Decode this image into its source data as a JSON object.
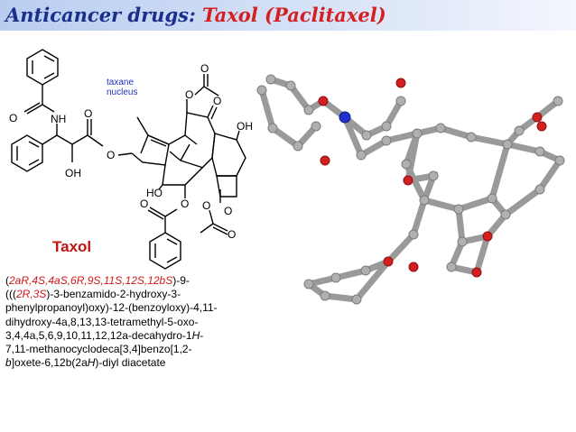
{
  "header": {
    "title_prefix": "Anticancer drugs: ",
    "title_main": "Taxol (Paclitaxel)"
  },
  "labels": {
    "nucleus_line1": "taxane",
    "nucleus_line2": "nucleus",
    "compound_name": "Taxol"
  },
  "atoms": {
    "o_carbonyl_left": "O",
    "nh": "NH",
    "o_carbonyl_side": "O",
    "o_ester_link": "O",
    "oh_side": "OH",
    "o_acetyl_top": "O",
    "o_acetyl_carbonyl": "O",
    "o_ketone": "O",
    "oh_top_right": "OH",
    "ho_bottom": "HO",
    "o_benzoate": "O",
    "o_benzoate_carbonyl": "O",
    "o_acetyl_bottom": "O",
    "o_acetyl_bottom_carbonyl": "O",
    "o_oxetane": "O"
  },
  "iupac": {
    "l1_a": "(",
    "l1_b": "2aR,4S,4aS,6R,9S,11S,12S,12bS",
    "l1_c": ")-9-",
    "l2_a": "(((",
    "l2_b": "2R,3S",
    "l2_c": ")-3-benzamido-2-hydroxy-3-",
    "l3": "phenylpropanoyl)oxy)-12-(benzoyloxy)-4,11-",
    "l4": "dihydroxy-4a,8,13,13-tetramethyl-5-oxo-",
    "l5_a": "3,4,4a,5,6,9,10,11,12,12a-decahydro-1",
    "l5_b": "H",
    "l5_c": "-",
    "l6": "7,11-methanocyclodeca[3,4]benzo[1,2-",
    "l7_a": "b",
    "l7_b": "]oxete-6,12b(2a",
    "l7_c": "H",
    "l7_d": ")-diyl diacetate"
  },
  "colors": {
    "title_prefix": "#1a2f8c",
    "title_main": "#d42020",
    "nucleus": "#2030c0",
    "stereo": "#d01818",
    "model_carbon": "#9a9a9a",
    "model_oxygen": "#d02020",
    "model_nitrogen": "#2030d0"
  }
}
